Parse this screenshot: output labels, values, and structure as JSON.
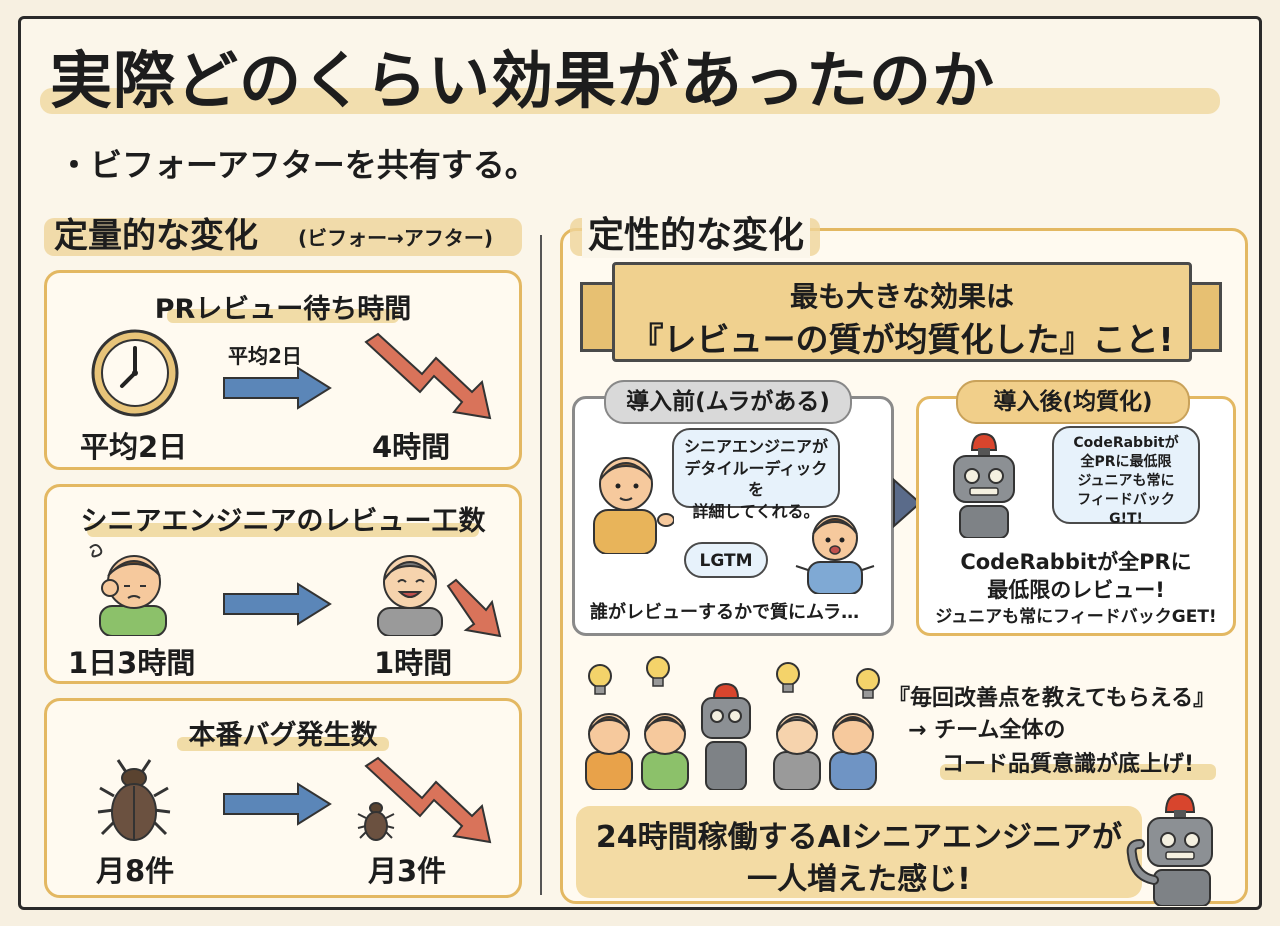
{
  "title": "実際どのくらい効果があったのか",
  "subtitle": "・ビフォーアフターを共有する。",
  "quantitative": {
    "heading": "定量的な変化",
    "heading_note": "(ビフォー→アフター)",
    "cards": [
      {
        "title": "PRレビュー待ち時間",
        "arrow_note": "平均2日",
        "before": "平均2日",
        "after": "4時間"
      },
      {
        "title": "シニアエンジニアのレビュー工数",
        "before": "1日3時間",
        "after": "1時間"
      },
      {
        "title": "本番バグ発生数",
        "before": "月8件",
        "after": "月3件"
      }
    ]
  },
  "qualitative": {
    "heading": "定性的な変化",
    "banner_line1": "最も大きな効果は",
    "banner_line2": "『レビューの質が均質化した』こと!",
    "before_panel": {
      "label": "導入前(ムラがある)",
      "bubble": "シニアエンジニアが\nデタイルーディックを\n詳細してくれる。",
      "lgtm": "LGTM",
      "caption": "誰がレビューするかで質にムラ…"
    },
    "after_panel": {
      "label": "導入後(均質化)",
      "bubble": "CodeRabbitが\n全PRに最低限\nジュニアも常に\nフィードバックG!T!",
      "caption_line1": "CodeRabbitが全PRに",
      "caption_line2": "最低限のレビュー!",
      "caption_line3": "ジュニアも常にフィードバックGET!"
    },
    "quote_line1": "『毎回改善点を教えてもらえる』",
    "quote_line2": "→ チーム全体の",
    "quote_line3": "コード品質意識が底上げ!",
    "bottom_line1": "24時間稼働するAIシニアエンジニアが",
    "bottom_line2": "一人増えた感じ!"
  },
  "colors": {
    "highlight": "#efd59a",
    "card_border": "#e3b862",
    "arrow_blue": "#5b86b8",
    "arrow_red": "#d9735a",
    "robot_gray": "#8c9094",
    "siren_red": "#d8452d"
  },
  "icons": [
    "clock-icon",
    "stressed-person-icon",
    "happy-person-icon",
    "bug-icon",
    "small-bug-icon",
    "robot-icon",
    "lightbulb-icon",
    "down-trend-arrow-icon",
    "right-arrow-icon"
  ]
}
